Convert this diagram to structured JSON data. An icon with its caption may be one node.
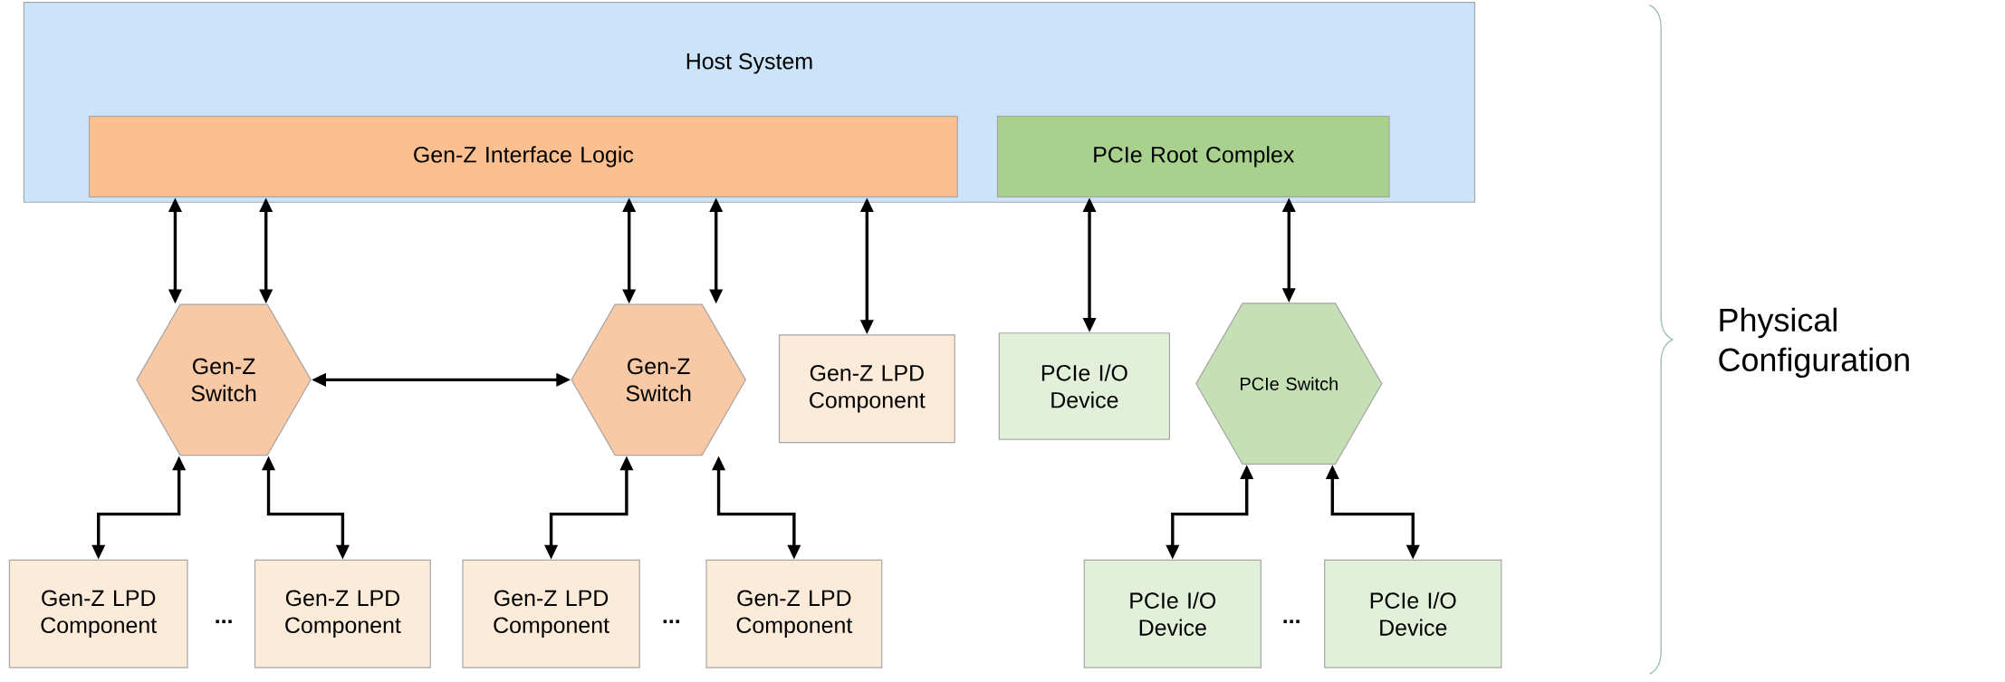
{
  "diagram": {
    "nodes": [
      {
        "text": [
          "Host System"
        ]
      },
      {
        "text": [
          "Gen-Z Interface Logic"
        ],
        "in": 0
      },
      {
        "text": [
          "PCIe Root Complex"
        ],
        "in": 0
      },
      {
        "text": [
          "Gen-Z Switch"
        ]
      },
      {
        "text": [
          "Gen-Z Switch"
        ]
      },
      {
        "text": [
          "Gen-Z LPD Component"
        ]
      },
      {
        "text": [
          "PCIe I/O Device"
        ]
      },
      {
        "text": [
          "PCIe Switch"
        ]
      },
      {
        "text": [
          "Gen-Z LPD Component"
        ]
      },
      {
        "text": [
          "Gen-Z LPD Component"
        ]
      },
      {
        "text": [
          "Gen-Z LPD Component"
        ]
      },
      {
        "text": [
          "Gen-Z LPD Component"
        ]
      },
      {
        "text": [
          "PCIe I/O Device"
        ]
      },
      {
        "text": [
          "PCIe I/O Device"
        ]
      }
    ],
    "edges": [
      {
        "from": 1,
        "to": 3,
        "arrow": "both"
      },
      {
        "from": 1,
        "to": 3,
        "arrow": "both"
      },
      {
        "from": 1,
        "to": 4,
        "arrow": "both"
      },
      {
        "from": 1,
        "to": 4,
        "arrow": "both"
      },
      {
        "from": 1,
        "to": 5,
        "arrow": "both"
      },
      {
        "from": 2,
        "to": 6,
        "arrow": "both"
      },
      {
        "from": 2,
        "to": 7,
        "arrow": "both"
      },
      {
        "from": 3,
        "to": 4,
        "arrow": "both"
      },
      {
        "from": 3,
        "to": 8,
        "arrow": "both"
      },
      {
        "from": 3,
        "to": 9,
        "arrow": "both"
      },
      {
        "from": 4,
        "to": 10,
        "arrow": "both"
      },
      {
        "from": 4,
        "to": 11,
        "arrow": "both"
      },
      {
        "from": 7,
        "to": 12,
        "arrow": "both"
      },
      {
        "from": 7,
        "to": 13,
        "arrow": "both"
      }
    ],
    "labels": [
      "Physical Configuration",
      "...",
      "...",
      "..."
    ]
  }
}
